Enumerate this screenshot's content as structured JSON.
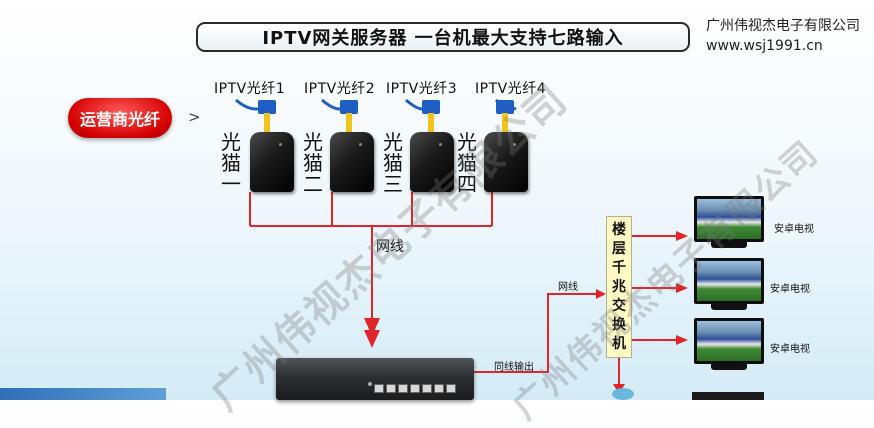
{
  "header": {
    "title": "IPTV网关服务器 一台机最大支持七路输入",
    "company_name": "广州伟视杰电子有限公司",
    "website": "www.wsj1991.cn"
  },
  "source": {
    "operator_label": "运营商光纤",
    "chevron": ">"
  },
  "fibers": [
    {
      "label": "IPTV光纤1"
    },
    {
      "label": "IPTV光纤2"
    },
    {
      "label": "IPTV光纤3"
    },
    {
      "label": "IPTV光纤4"
    }
  ],
  "modems": [
    {
      "label": "光猫一"
    },
    {
      "label": "光猫二"
    },
    {
      "label": "光猫三"
    },
    {
      "label": "光猫四"
    }
  ],
  "links": {
    "network_cable": "网线",
    "network_cable_small": "网线",
    "coax_output": "同线输出"
  },
  "switch": {
    "label": "楼层千兆交换机"
  },
  "tvs": [
    {
      "label": "安卓电视"
    },
    {
      "label": "安卓电视"
    },
    {
      "label": "安卓电视"
    }
  ],
  "watermarks": [
    {
      "text": "广州伟视杰电子有限公司"
    },
    {
      "text": "广州伟视杰电子有限公司"
    }
  ],
  "colors": {
    "line_red": "#e0262b",
    "operator_red": "#d40000",
    "switch_fill": "#fff9c4",
    "fiber_blue": "#1e5fc4",
    "fiber_yellow": "#f0c419"
  }
}
